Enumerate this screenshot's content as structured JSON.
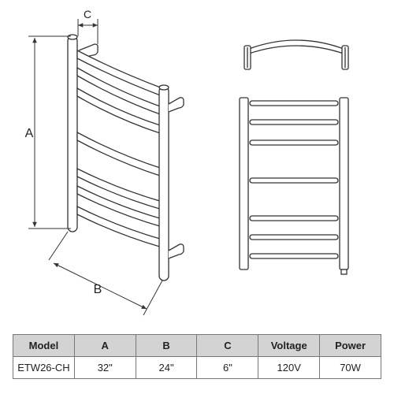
{
  "dimensions": {
    "a": "A",
    "b": "B",
    "c": "C"
  },
  "table": {
    "headers": [
      "Model",
      "A",
      "B",
      "C",
      "Voltage",
      "Power"
    ],
    "row": [
      "ETW26-CH",
      "32\"",
      "24\"",
      "6\"",
      "120V",
      "70W"
    ]
  }
}
